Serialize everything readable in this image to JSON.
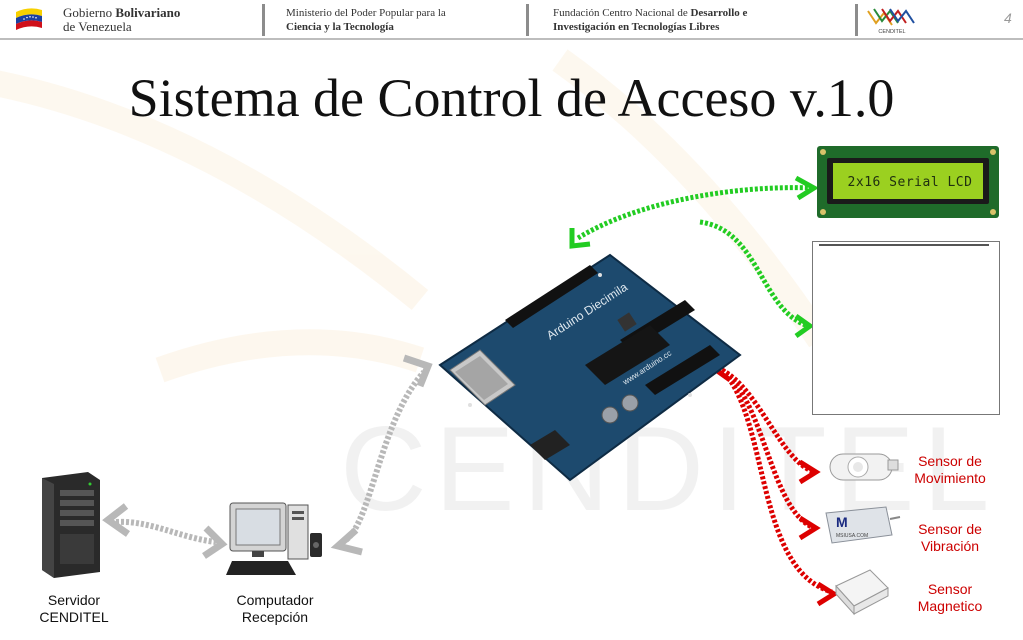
{
  "header": {
    "gobierno_line1": "Gobierno ",
    "gobierno_line1_bold": "Bolivariano",
    "gobierno_line2": "de Venezuela",
    "ministerio_line1": "Ministerio del Poder Popular para la",
    "ministerio_line2": "Ciencia y la Tecnología",
    "fundacion_line1": "Fundación Centro Nacional de ",
    "fundacion_line1_bold": "Desarrollo e",
    "fundacion_line2": "Investigación en Tecnologías Libres",
    "logo_text": "CENDITEL",
    "page_number": "4"
  },
  "title": "Sistema de Control de Acceso v.1.0",
  "board": {
    "brand_text": "Arduino Diecimila",
    "url_text": "www.arduino.cc"
  },
  "lcd": {
    "text": "2x16 Serial LCD"
  },
  "sensors": [
    {
      "label_line1": "Sensor de",
      "label_line2": "Movimiento",
      "icon": "motion-sensor-icon"
    },
    {
      "label_line1": "Sensor de",
      "label_line2": "Vibración",
      "icon": "vibration-sensor-icon",
      "brand": "MSIUSA.COM"
    },
    {
      "label_line1": "Sensor",
      "label_line2": "Magnetico",
      "icon": "magnetic-sensor-icon"
    }
  ],
  "devices": [
    {
      "label_line1": "Servidor",
      "label_line2": "CENDITEL",
      "icon": "server-icon"
    },
    {
      "label_line1": "Computador",
      "label_line2": "Recepción",
      "icon": "computer-icon"
    }
  ],
  "watermark_text": "CENDITEL",
  "colors": {
    "green_link": "#22cc22",
    "red_link": "#dd0000",
    "gray_link": "#b8b8b8",
    "lcd_screen": "#9bd020",
    "board": "#1d4a6e"
  }
}
